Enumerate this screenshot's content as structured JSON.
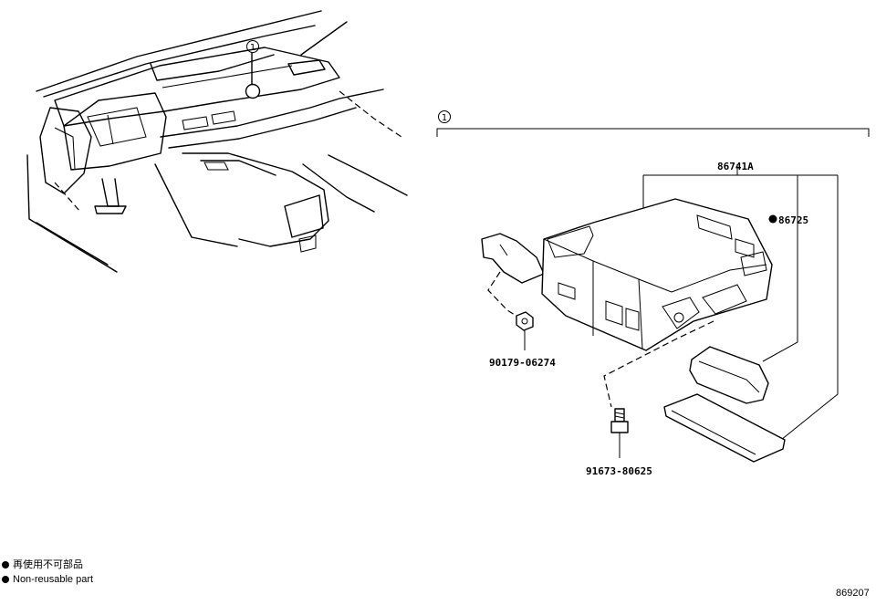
{
  "callouts": {
    "ref": "1",
    "group": "1"
  },
  "parts": {
    "assembly": "86741A",
    "nonreusable_part": "86725",
    "nut": "90179-06274",
    "bolt": "91673-80625"
  },
  "legend": {
    "japanese": "再使用不可部品",
    "english": "Non-reusable part"
  },
  "figure_id": "869207"
}
